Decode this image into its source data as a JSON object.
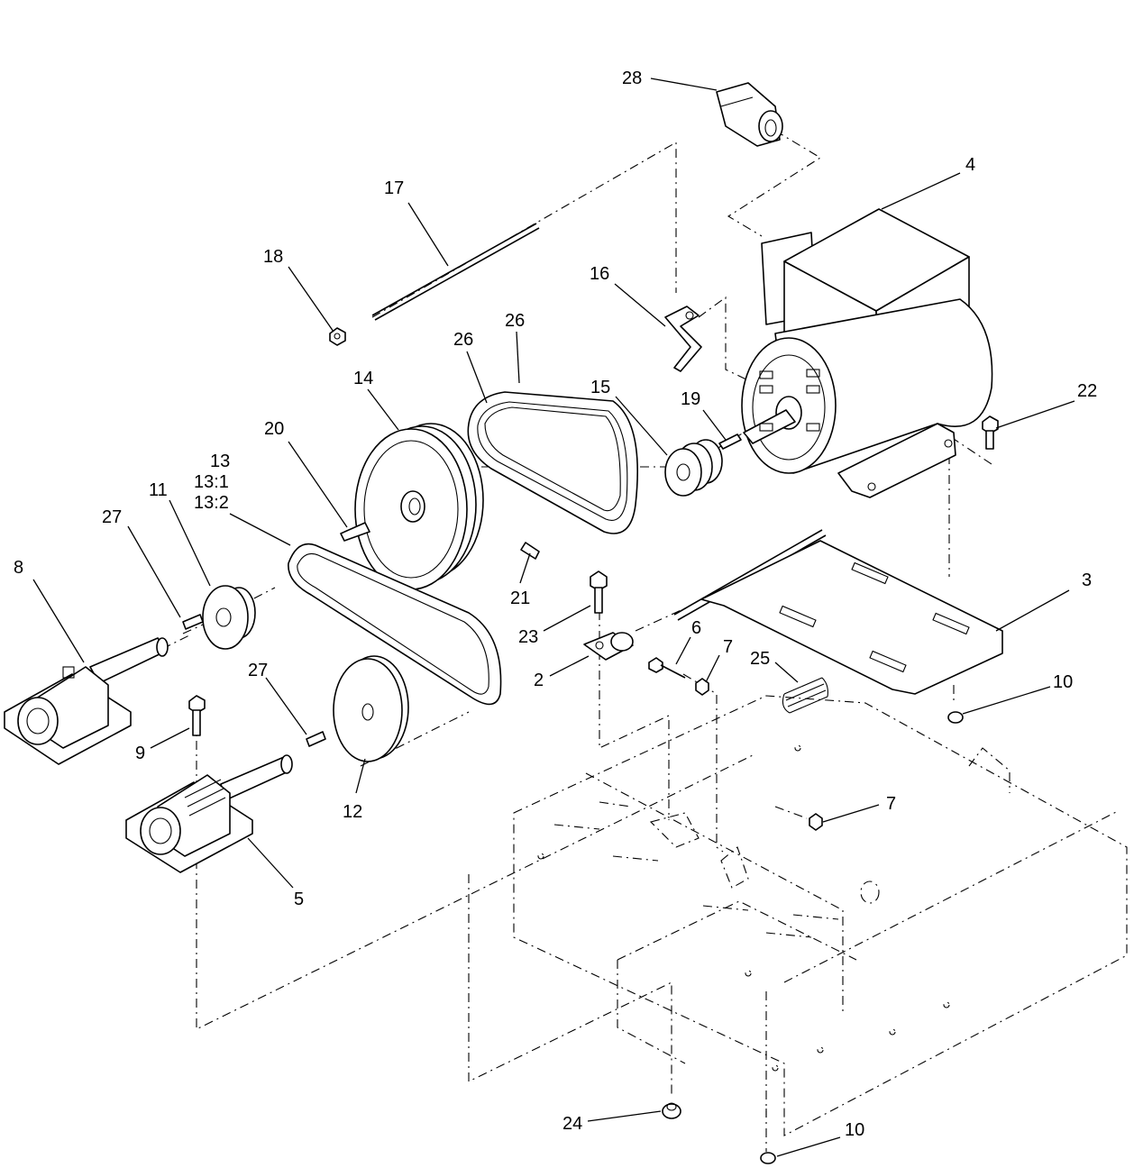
{
  "callouts": [
    {
      "id": "c28",
      "text": "28"
    },
    {
      "id": "c4",
      "text": "4"
    },
    {
      "id": "c17",
      "text": "17"
    },
    {
      "id": "c18",
      "text": "18"
    },
    {
      "id": "c16",
      "text": "16"
    },
    {
      "id": "c26a",
      "text": "26"
    },
    {
      "id": "c26b",
      "text": "26"
    },
    {
      "id": "c14",
      "text": "14"
    },
    {
      "id": "c15",
      "text": "15"
    },
    {
      "id": "c19",
      "text": "19"
    },
    {
      "id": "c22",
      "text": "22"
    },
    {
      "id": "c20",
      "text": "20"
    },
    {
      "id": "c13",
      "text": "13"
    },
    {
      "id": "c13_1",
      "text": "13:1"
    },
    {
      "id": "c13_2",
      "text": "13:2"
    },
    {
      "id": "c11",
      "text": "11"
    },
    {
      "id": "c27a",
      "text": "27"
    },
    {
      "id": "c8",
      "text": "8"
    },
    {
      "id": "c21",
      "text": "21"
    },
    {
      "id": "c3",
      "text": "3"
    },
    {
      "id": "c23",
      "text": "23"
    },
    {
      "id": "c6",
      "text": "6"
    },
    {
      "id": "c7a",
      "text": "7"
    },
    {
      "id": "c2",
      "text": "2"
    },
    {
      "id": "c25",
      "text": "25"
    },
    {
      "id": "c10a",
      "text": "10"
    },
    {
      "id": "c27b",
      "text": "27"
    },
    {
      "id": "c9",
      "text": "9"
    },
    {
      "id": "c12",
      "text": "12"
    },
    {
      "id": "c7b",
      "text": "7"
    },
    {
      "id": "c5",
      "text": "5"
    },
    {
      "id": "c24",
      "text": "24"
    },
    {
      "id": "c10b",
      "text": "10"
    }
  ]
}
